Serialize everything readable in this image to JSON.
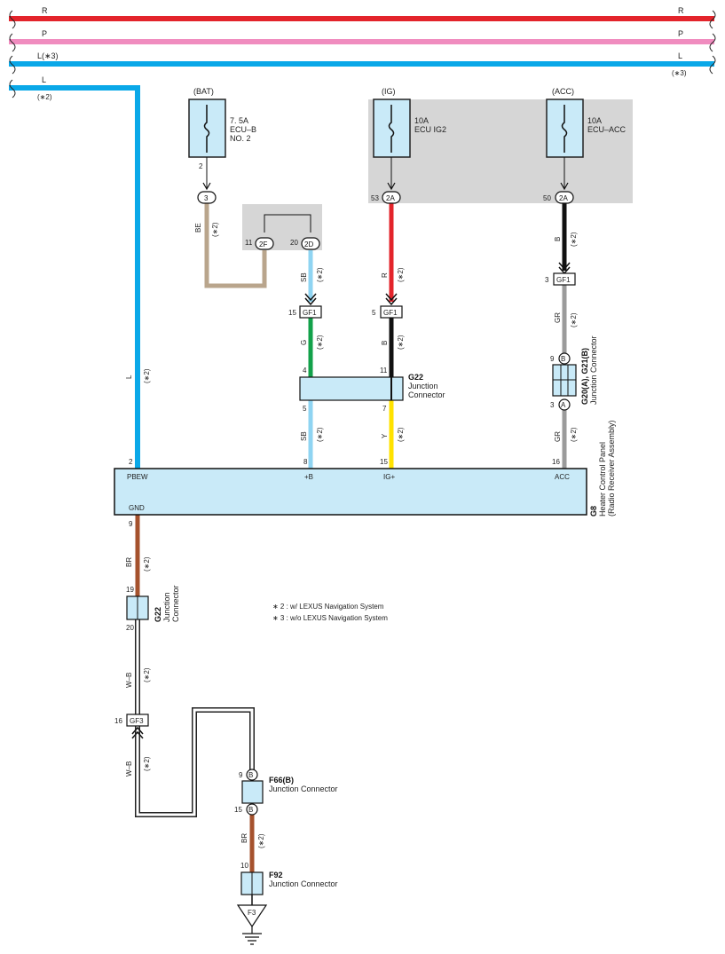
{
  "colors": {
    "red": "#e3242b",
    "pink": "#f08cbf",
    "blue": "#0aa8e8",
    "light_blue": "#8fd4f2",
    "green": "#12a14a",
    "black": "#111111",
    "yellow": "#ffe200",
    "gray": "#9b9b9b",
    "tan": "#b9a58c",
    "brown": "#a5522d",
    "component_fill": "#c9eaf8",
    "box_fill": "#d6d6d6"
  },
  "bus": {
    "r_left": "R",
    "r_right": "R",
    "p_left": "P",
    "p_right": "P",
    "l3_left": "L(∗3)",
    "l3_right": "L",
    "l3_right_note": "(∗3)",
    "l2_left": "L",
    "l2_left_note": "(∗2)"
  },
  "fuses": {
    "bat": {
      "source": "(BAT)",
      "amp": "7. 5A",
      "name1": "ECU–B",
      "name2": "NO. 2",
      "pin": "2",
      "conn": "3"
    },
    "ig": {
      "source": "(IG)",
      "amp": "10A",
      "name": "ECU IG2",
      "pin": "53",
      "conn": "2A"
    },
    "acc": {
      "source": "(ACC)",
      "amp": "10A",
      "name": "ECU–ACC",
      "pin": "50",
      "conn": "2A"
    }
  },
  "jb": {
    "pin_2f": "11",
    "conn_2f": "2F",
    "pin_2d": "20",
    "conn_2d": "2D"
  },
  "wires": {
    "be": "BE",
    "sb": "SB",
    "r": "R",
    "b": "B",
    "g": "G",
    "y": "Y",
    "gr": "GR",
    "l": "L",
    "br": "BR",
    "wb": "W–B",
    "note2": "(∗2)"
  },
  "connectors": {
    "gf1_sb": {
      "pin": "15",
      "label": "GF1"
    },
    "gf1_r": {
      "pin": "5",
      "label": "GF1"
    },
    "gf1_b": {
      "pin": "3",
      "label": "GF1"
    },
    "gf3": {
      "pin": "16",
      "label": "GF3"
    }
  },
  "g22_top": {
    "name": "G22",
    "desc1": "Junction",
    "desc2": "Connector",
    "pin_in_g": "4",
    "pin_in_b": "11",
    "pin_out_sb": "5",
    "pin_out_y": "7"
  },
  "g20": {
    "name": "G20(A), G21(B)",
    "desc": "Junction Connector",
    "pin_top": "9",
    "letter_top": "B",
    "pin_bottom": "3",
    "letter_bottom": "A"
  },
  "g8": {
    "name": "G8",
    "desc1": "Heater Control Panel",
    "desc2": "(Radio Receiver Assembly)",
    "pin_pbew": "2",
    "label_pbew": "PBEW",
    "pin_b": "8",
    "label_b": "+B",
    "pin_ig": "15",
    "label_ig": "IG+",
    "pin_acc": "16",
    "label_acc": "ACC",
    "pin_gnd": "9",
    "label_gnd": "GND"
  },
  "g22_bottom": {
    "name": "G22",
    "desc1": "Junction",
    "desc2": "Connector",
    "pin_top": "19",
    "pin_bottom": "20"
  },
  "f66": {
    "name": "F66(B)",
    "desc": "Junction Connector",
    "pin_top": "9",
    "pin_bottom": "15",
    "letter": "B"
  },
  "f92": {
    "name": "F92",
    "desc": "Junction Connector",
    "pin": "10"
  },
  "ground": {
    "label": "F3"
  },
  "notes": {
    "n2": "∗ 2 : w/ LEXUS Navigation System",
    "n3": "∗ 3 : w/o LEXUS Navigation System"
  }
}
